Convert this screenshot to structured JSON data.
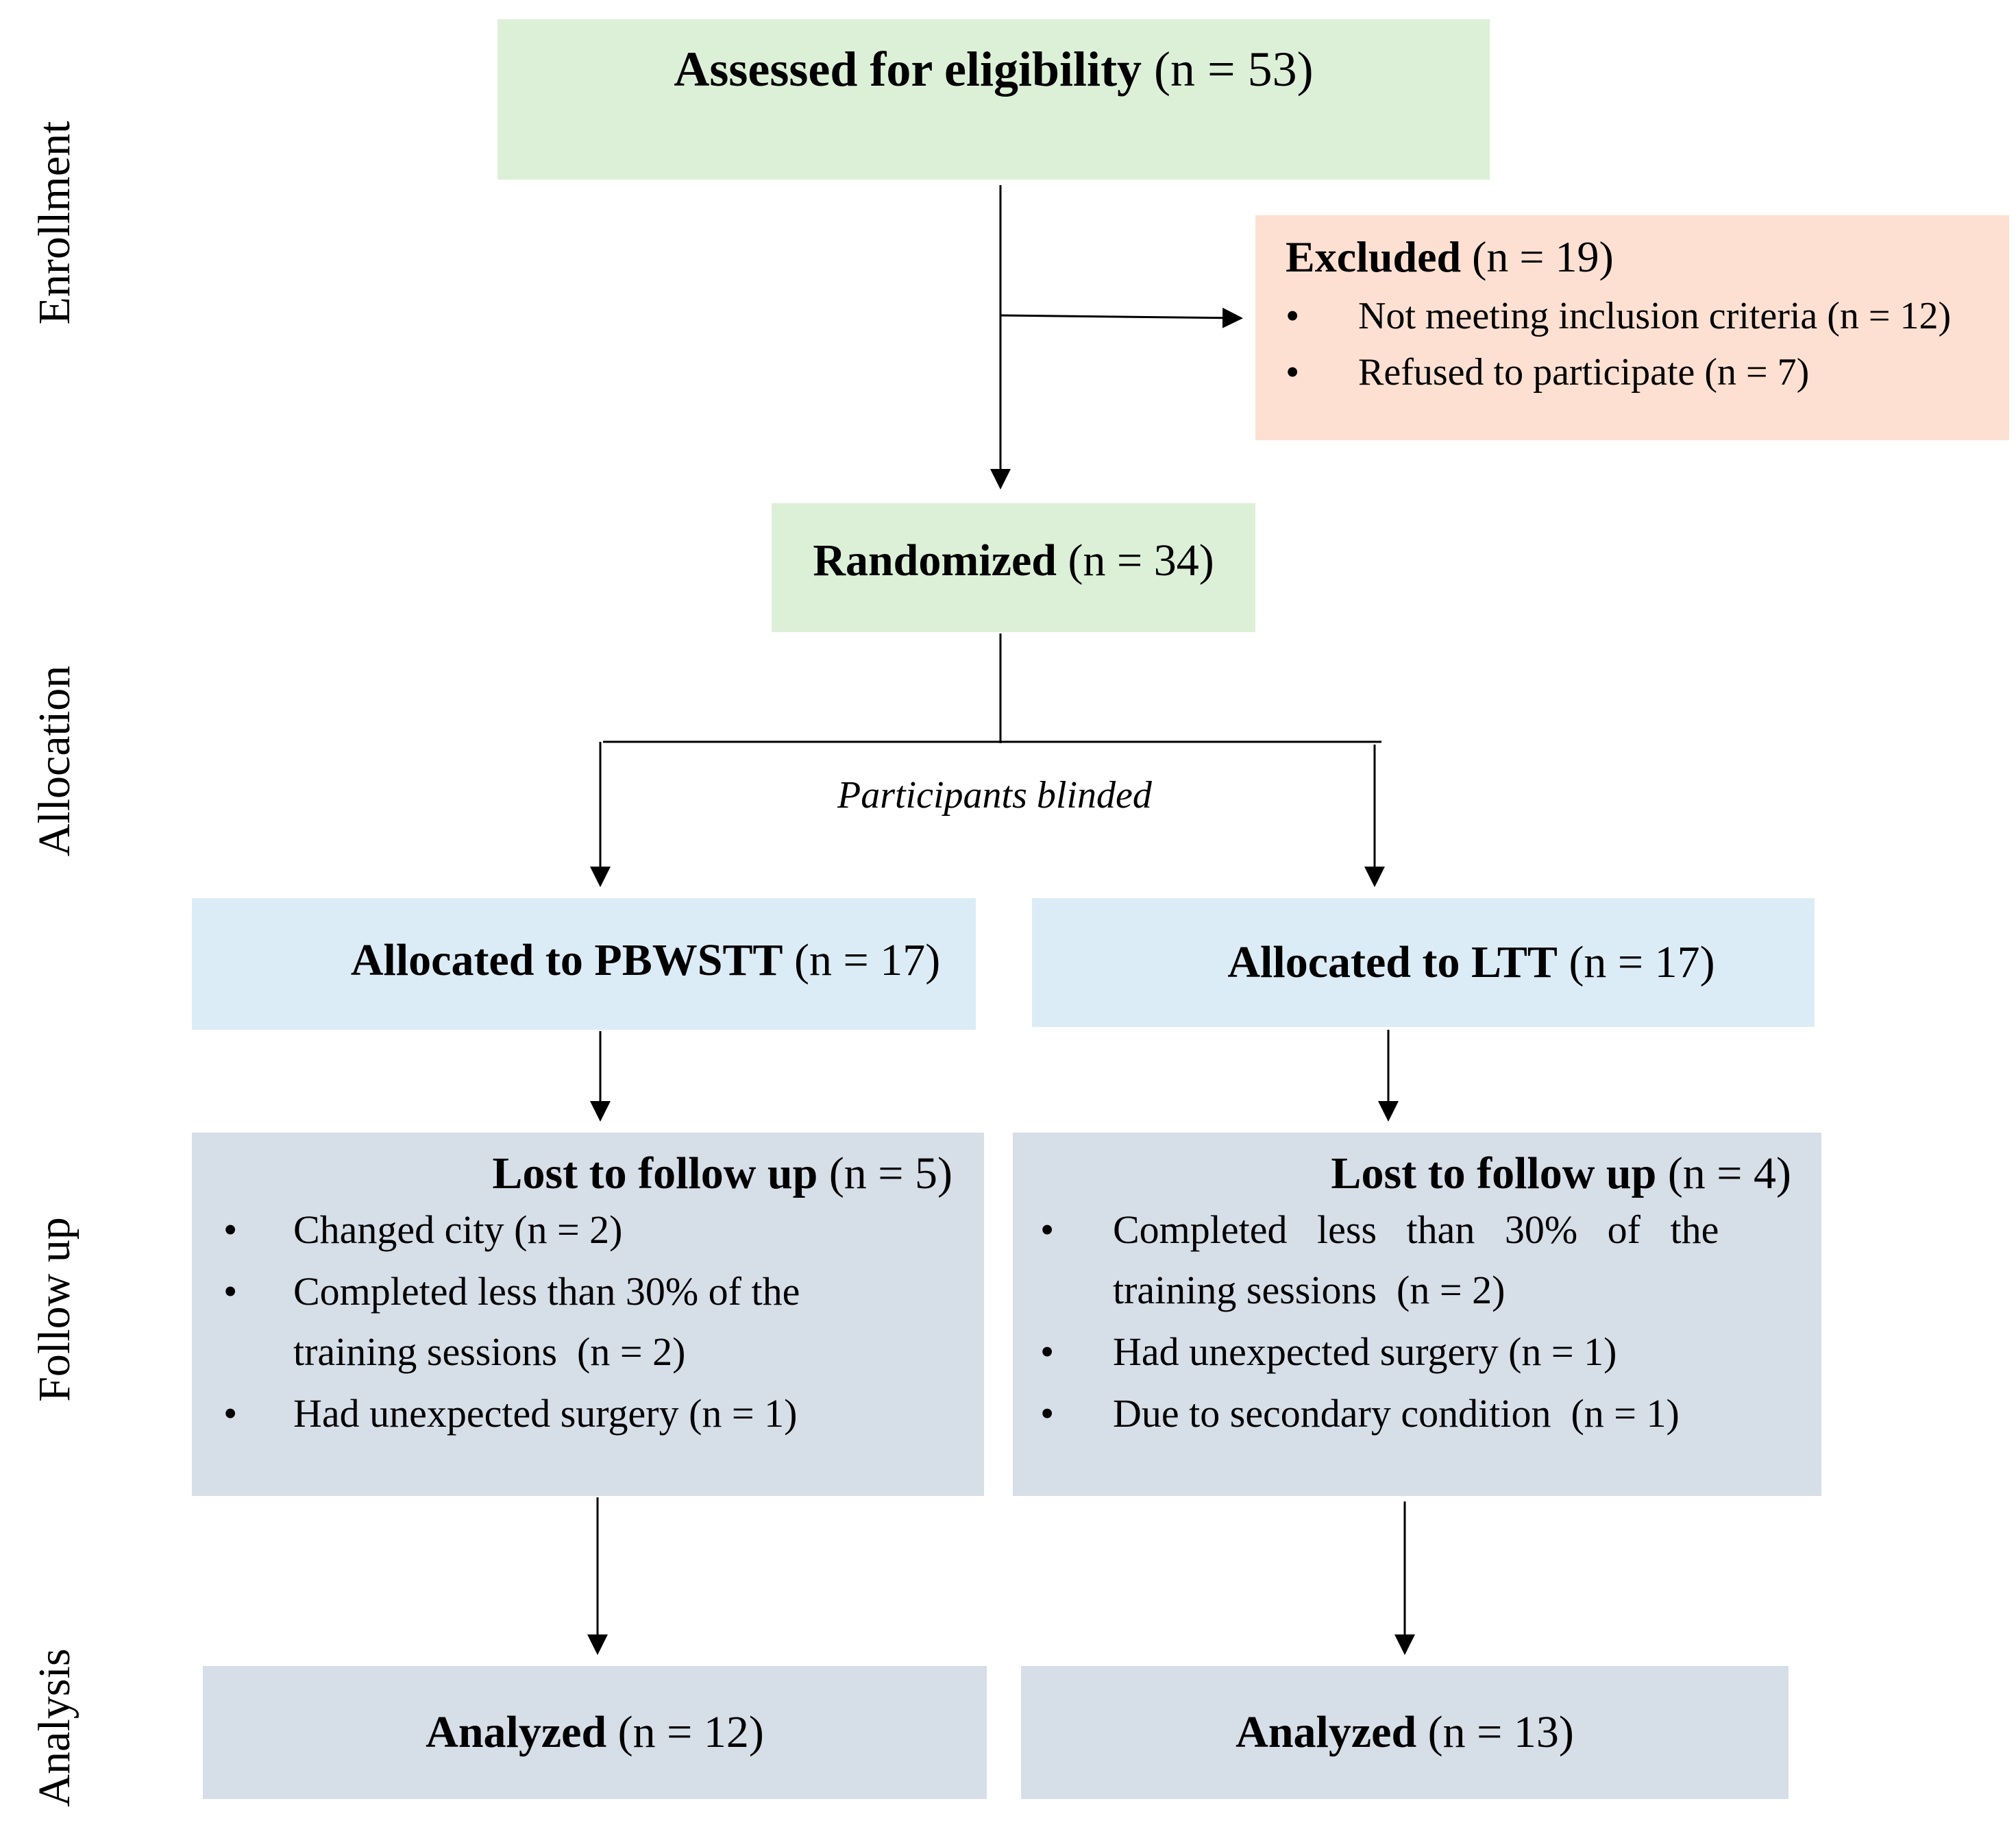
{
  "stages": {
    "enrollment": "Enrollment",
    "allocation": "Allocation",
    "follow_up": "Follow up",
    "analysis": "Analysis"
  },
  "assessed": {
    "label": "Assessed  for eligibility",
    "count": "(n = 53)"
  },
  "excluded": {
    "label": "Excluded",
    "count": "(n = 19)",
    "items": [
      "Not meeting inclusion criteria (n = 12)",
      "Refused to participate (n = 7)"
    ]
  },
  "randomized": {
    "label": "Randomized",
    "count": "(n = 34)"
  },
  "blinded_note": "Participants blinded",
  "arms": [
    {
      "allocated": {
        "label": "Allocated to PBWSTT",
        "count": "(n = 17)"
      },
      "lost": {
        "label": "Lost to follow up",
        "count": "(n = 5)",
        "items": [
          "Changed city (n = 2)",
          "Completed less than 30% of the",
          "training sessions  (n = 2)",
          "Had unexpected surgery (n = 1)"
        ]
      },
      "analyzed": {
        "label": "Analyzed",
        "count": "(n = 12)"
      }
    },
    {
      "allocated": {
        "label": "Allocated to LTT",
        "count": "(n = 17)"
      },
      "lost": {
        "label": "Lost to follow up",
        "count": "(n = 4)",
        "items": [
          "Completed   less   than   30%   of   the",
          "training sessions  (n = 2)",
          "Had unexpected surgery (n = 1)",
          "Due to secondary condition  (n = 1)"
        ]
      },
      "analyzed": {
        "label": "Analyzed",
        "count": "(n = 13)"
      }
    }
  ],
  "colors": {
    "enrollment_fill": "#dcf0d8",
    "excluded_fill": "#fde0d2",
    "allocation_fill": "#dcecf6",
    "followup_fill": "#d6dee8"
  }
}
